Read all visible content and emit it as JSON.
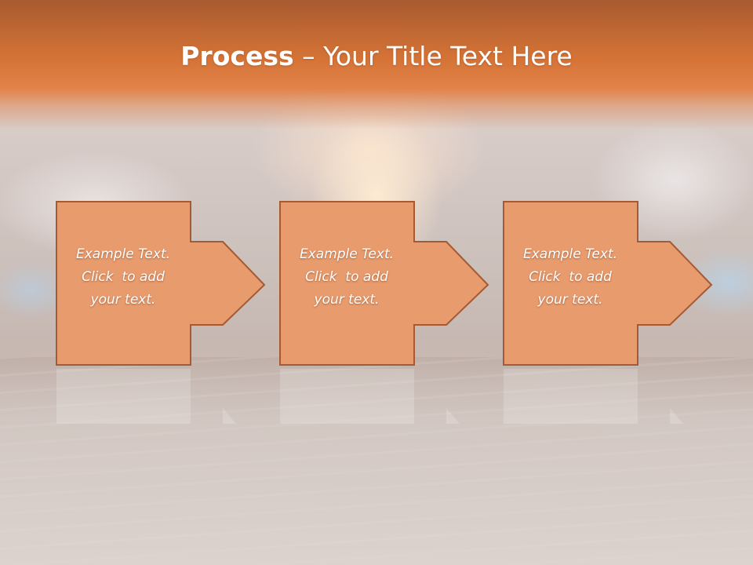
{
  "slide": {
    "title_bold": "Process",
    "title_rest": " – Your Title Text Here"
  },
  "steps": [
    {
      "line1": "Example Text.",
      "line2": "Click  to add",
      "line3": "your text."
    },
    {
      "line1": "Example Text.",
      "line2": "Click  to add",
      "line3": "your text."
    },
    {
      "line1": "Example Text.",
      "line2": "Click  to add",
      "line3": "your text."
    }
  ],
  "colors": {
    "title_bar": "#d57336",
    "box_fill": "#e89c6e",
    "box_border": "#a55a34",
    "text": "#ffffff"
  }
}
